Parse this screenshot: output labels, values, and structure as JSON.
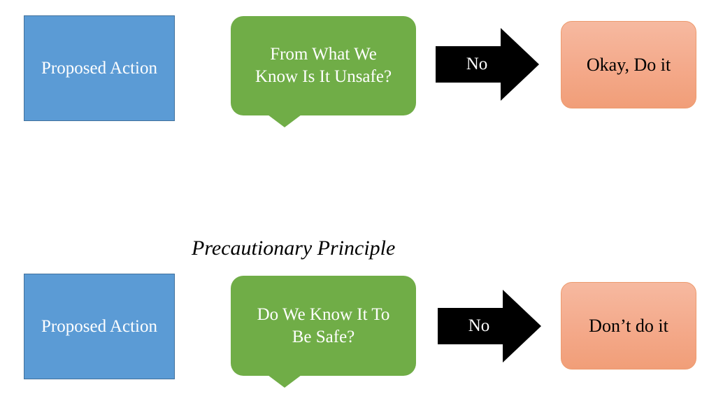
{
  "rows": [
    {
      "action_label": "Proposed Action",
      "question_lines": [
        "From What We",
        "Know Is It Unsafe?"
      ],
      "arrow_label": "No",
      "outcome_label": "Okay, Do it"
    },
    {
      "action_label": "Proposed Action",
      "question_lines": [
        "Do We Know It To",
        "Be Safe?"
      ],
      "arrow_label": "No",
      "outcome_label": "Don’t do it"
    }
  ],
  "section_title": "Precautionary Principle",
  "colors": {
    "action_fill": "#5b9bd5",
    "question_fill": "#70ad47",
    "arrow_fill": "#000000",
    "outcome_fill": "#f4a98a"
  }
}
